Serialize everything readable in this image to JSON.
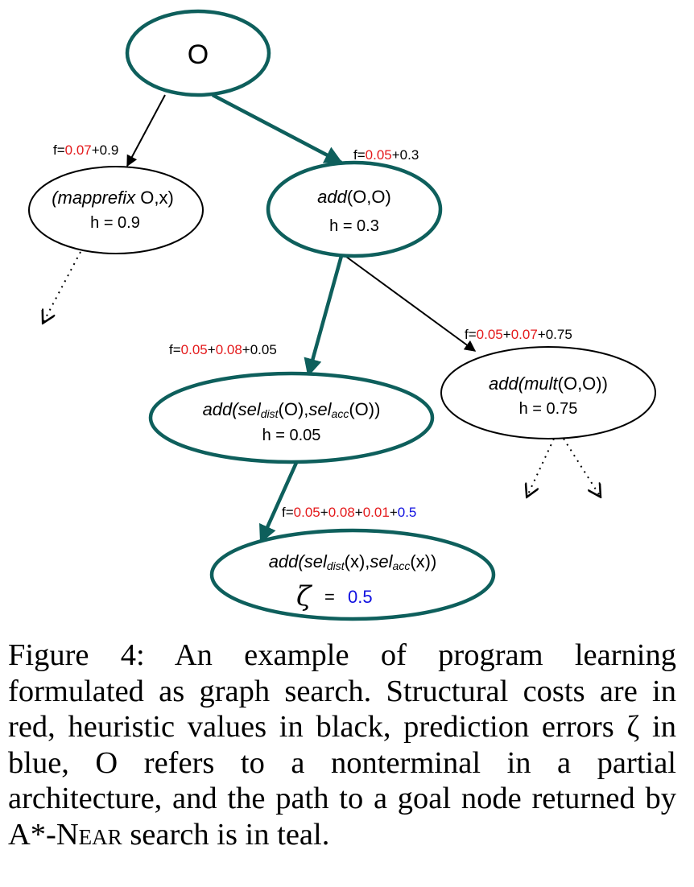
{
  "colors": {
    "teal": "#0e5f5c",
    "red": "#e41a1c",
    "blue": "#1010e0",
    "black": "#000000"
  },
  "nodes": {
    "root": {
      "label": "O"
    },
    "mapprefix": {
      "label_italic": "(mapprefix",
      "label_rest": " O,x)",
      "h": "h = 0.9"
    },
    "add_oo": {
      "label_italic": "add",
      "label_rest": "(O,O)",
      "h": "h = 0.3"
    },
    "add_mult": {
      "label_italic": "add(mult",
      "label_rest": "(O,O))",
      "h": "h = 0.75"
    },
    "add_sel": {
      "p1": "add(sel",
      "sub1": "dist",
      "p2": "(O),",
      "p3": "sel",
      "sub2": "acc",
      "p4": "(O))",
      "h": "h = 0.05"
    },
    "goal": {
      "p1": "add(sel",
      "sub1": "dist",
      "p2": "(x),",
      "p3": "sel",
      "sub2": "acc",
      "p4": "(x))",
      "zeta": "ζ",
      "eq": "=",
      "error": "0.5"
    }
  },
  "edges": {
    "mapprefix": {
      "f": "f=",
      "s1": "0.07",
      "h": "+0.9"
    },
    "add_oo": {
      "f": "f=",
      "s1": "0.05",
      "h": "+0.3"
    },
    "add_sel": {
      "f": "f=",
      "s1": "0.05",
      "p1": "+",
      "s2": "0.08",
      "h": "+0.05"
    },
    "add_mult": {
      "f": "f=",
      "s1": "0.05",
      "p1": "+",
      "s2": "0.07",
      "h": "+0.75"
    },
    "goal": {
      "f": "f=",
      "s1": "0.05",
      "p1": "+",
      "s2": "0.08",
      "p2": "+",
      "s3": "0.01",
      "p3": "+",
      "e": "0.5"
    }
  },
  "caption": {
    "text": "Figure 4:  An example of program learning formulated as graph search. Structural costs are in red, heuristic values in black, prediction errors ζ in blue, O refers to a nonterminal in a partial architecture, and the path to a goal node returned by A*-",
    "near": "Near",
    "after": " search is in teal."
  }
}
